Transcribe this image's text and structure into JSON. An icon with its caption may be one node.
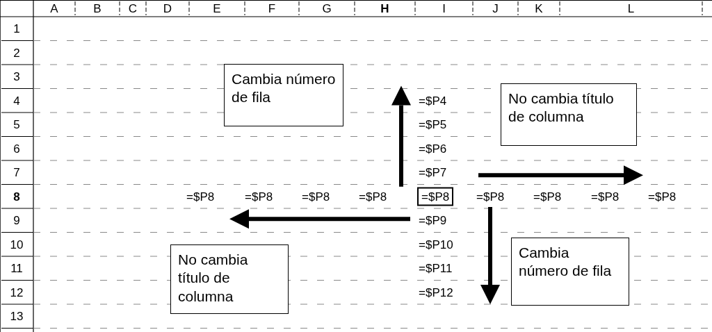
{
  "diagram": {
    "nodes": [
      {
        "text": [
          "Cambia número de fila"
        ]
      },
      {
        "text": [
          "No cambia título de columna"
        ]
      },
      {
        "text": [
          "No cambia título de columna"
        ]
      },
      {
        "text": [
          "Cambia número de fila"
        ]
      }
    ],
    "labels": [
      "A",
      "B",
      "C",
      "D",
      "E",
      "F",
      "G",
      "H",
      "I",
      "J",
      "K",
      "L",
      "1",
      "2",
      "3",
      "4",
      "5",
      "6",
      "7",
      "8",
      "9",
      "10",
      "11",
      "12",
      "13",
      "=$P4",
      "=$P5",
      "=$P6",
      "=$P7",
      "=$P8",
      "=$P8",
      "=$P8",
      "=$P8",
      "=$P8",
      "=$P8",
      "=$P8",
      "=$P8",
      "=$P8",
      "=$P9",
      "=$P10",
      "=$P11",
      "=$P12"
    ]
  }
}
